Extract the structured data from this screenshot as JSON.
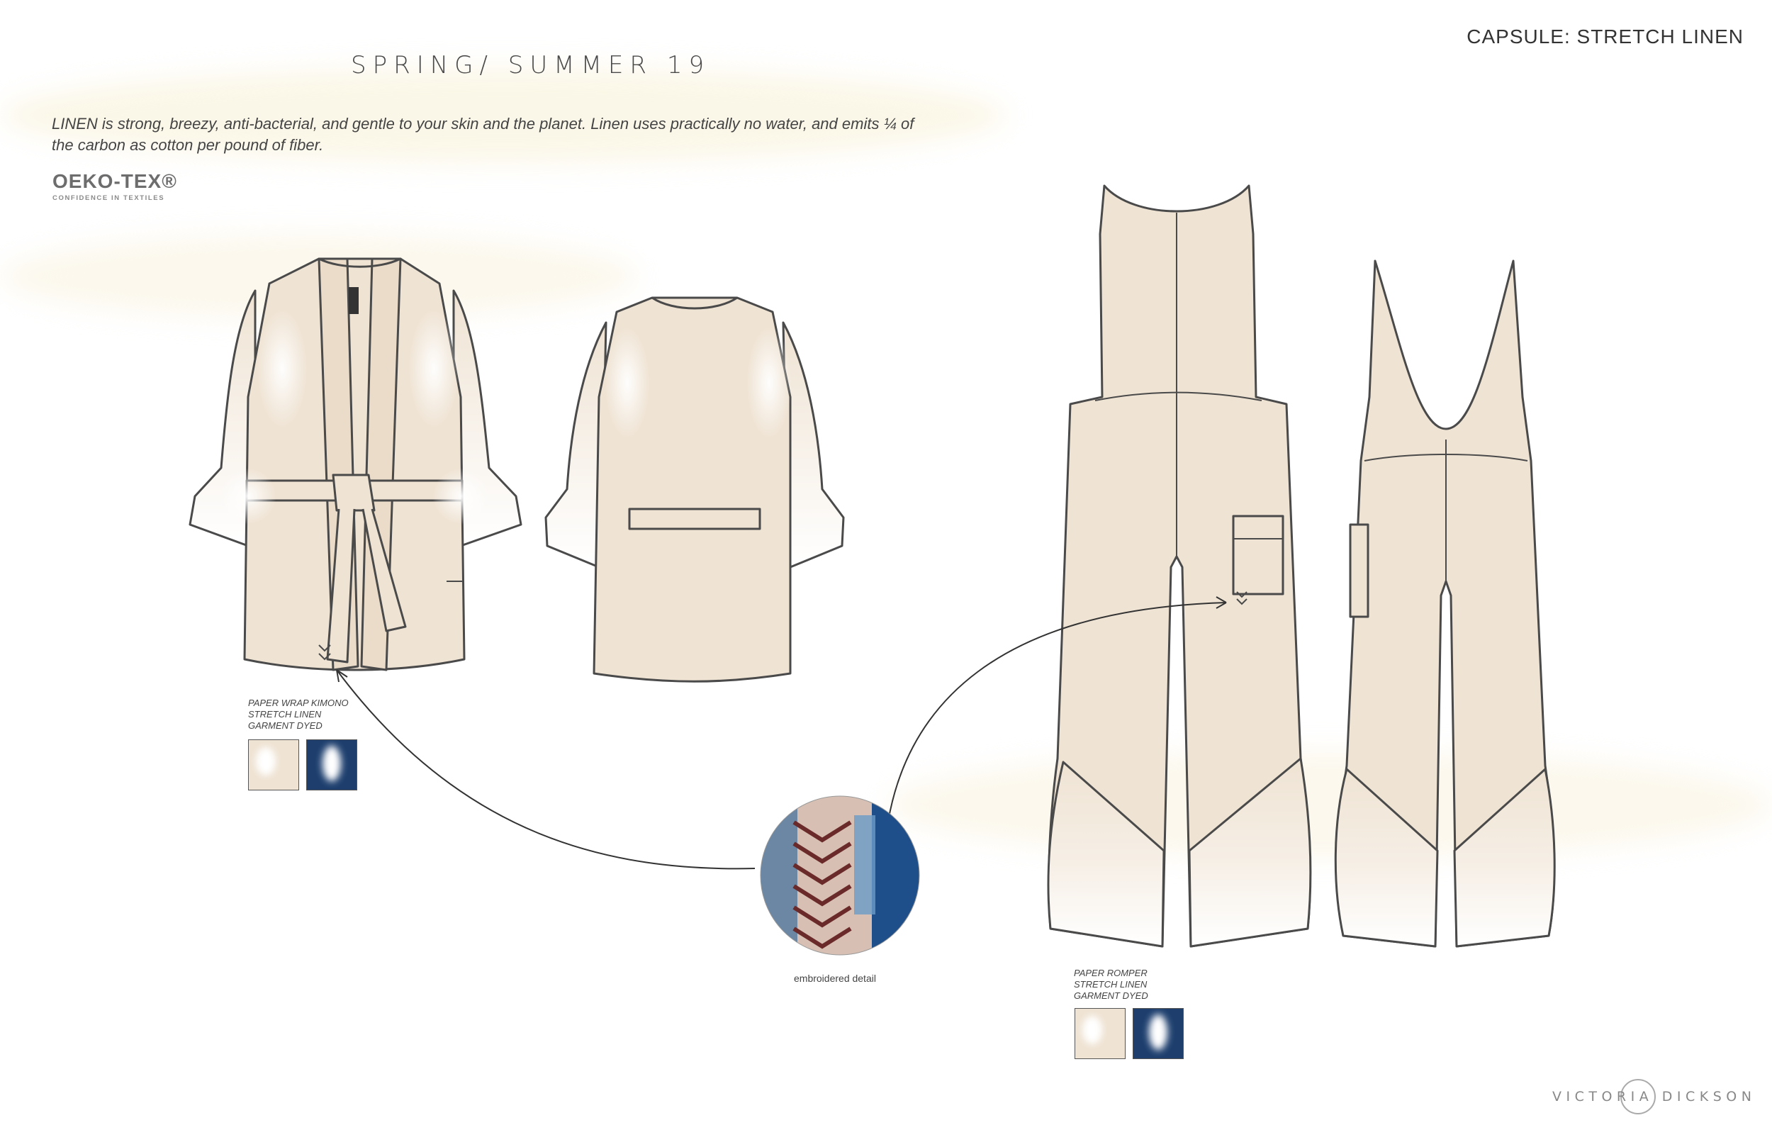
{
  "header": {
    "season": "SPRING/ SUMMER 19",
    "capsule": "CAPSULE: STRETCH LINEN"
  },
  "intro": "LINEN is strong, breezy, anti-bacterial, and gentle to your skin and the planet. Linen uses practically no water, and emits ¼ of the carbon as cotton per pound of fiber.",
  "certification": {
    "name": "OEKO-TEX®",
    "tagline": "CONFIDENCE IN TEXTILES"
  },
  "products": [
    {
      "lines": [
        "PAPER WRAP KIMONO",
        "STRETCH LINEN",
        "GARMENT DYED"
      ],
      "swatch_colors": [
        "#efe3d3",
        "#1e3f6e"
      ]
    },
    {
      "lines": [
        "PAPER ROMPER",
        "STRETCH LINEN",
        "GARMENT DYED"
      ],
      "swatch_colors": [
        "#efe3d3",
        "#1e3f6e"
      ]
    }
  ],
  "detail_caption": "embroidered detail",
  "brand": "VICTORIA DICKSON",
  "colors": {
    "fabric": "#efe3d3",
    "outline": "#4a4a4a",
    "indigo": "#1e3f6e",
    "embroidery": "#6b2a2a"
  }
}
